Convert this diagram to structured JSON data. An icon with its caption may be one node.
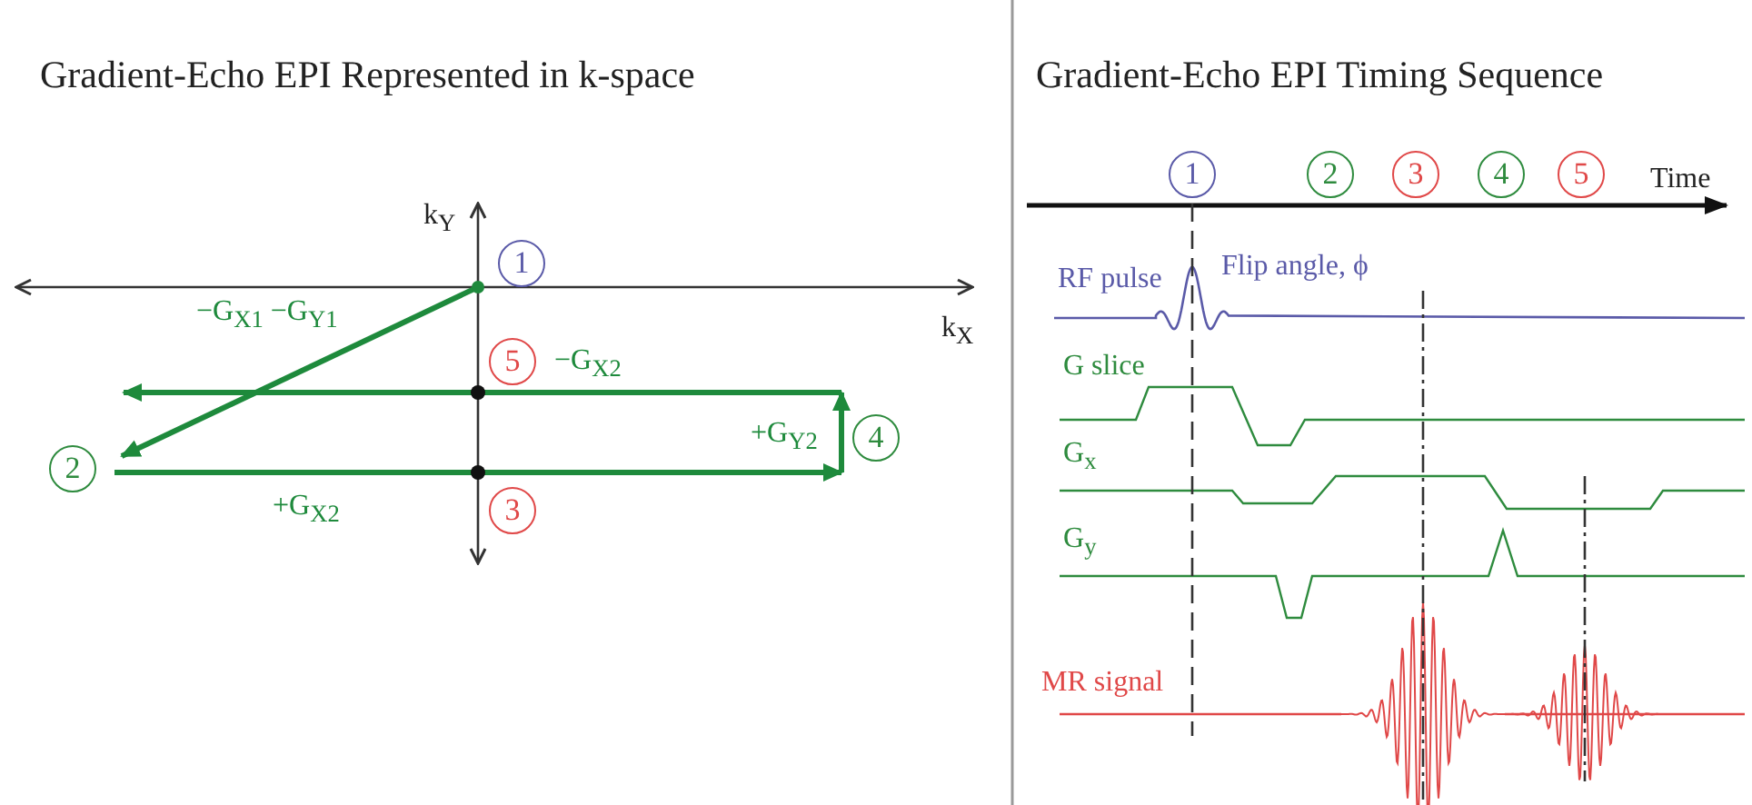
{
  "diagram": {
    "nodes": [
      {
        "text": [
          "1"
        ]
      },
      {
        "text": [
          "5"
        ]
      },
      {
        "text": [
          "2"
        ]
      },
      {
        "text": [
          "4"
        ]
      },
      {
        "text": [
          "3"
        ]
      },
      {
        "text": [
          "1"
        ]
      },
      {
        "text": [
          "2"
        ]
      },
      {
        "text": [
          "3"
        ]
      },
      {
        "text": [
          "4"
        ]
      },
      {
        "text": [
          "5"
        ]
      }
    ],
    "labels": [
      "Gradient-Echo EPI Represented in k-space",
      "Gradient-Echo EPI Timing Sequence",
      "k$_{Y}$",
      "k$_{X}$",
      "−G$_{X1}$ −G$_{Y1}$",
      "−G$_{X2}$",
      "+G$_{Y2}$",
      "+G$_{X2}$",
      "Time",
      "RF pulse",
      "Flip angle, ϕ",
      "G slice",
      "G$_{x}$",
      "G$_{y}$",
      "MR signal"
    ]
  }
}
